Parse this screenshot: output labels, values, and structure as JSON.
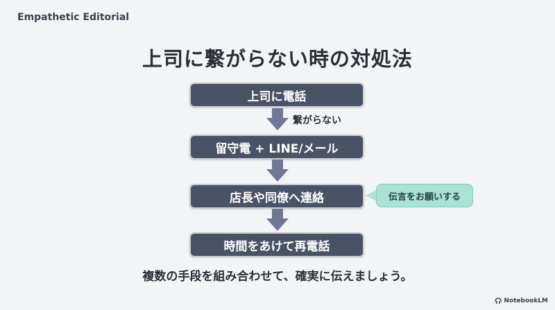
{
  "brand": "Empathetic Editorial",
  "title": "上司に繋がらない時の対処法",
  "steps": [
    "上司に電話",
    "留守電 + LINE/メール",
    "店長や同僚へ連絡",
    "時間をあけて再電話"
  ],
  "edge_label": "繋がらない",
  "callout": "伝言をお願いする",
  "summary": "複数の手段を組み合わせて、確実に伝えましょう。",
  "logo_text": "NotebookLM",
  "colors": {
    "step_fill": "#4a5265",
    "arrow": "#6e7894",
    "callout_fill": "#a9e3d6",
    "background": "#f3f4f6"
  }
}
